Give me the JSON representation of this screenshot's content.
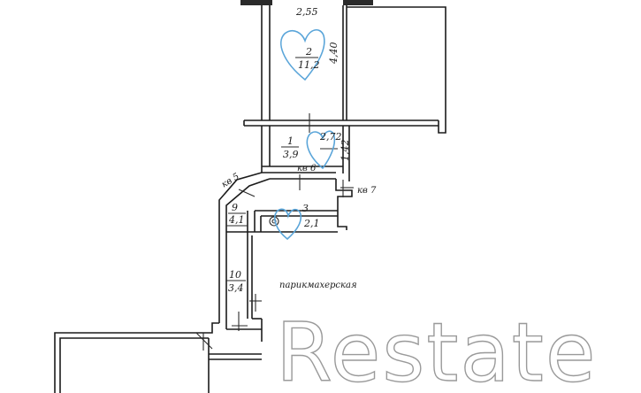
{
  "rooms": [
    {
      "number": "2",
      "area": "11,2"
    },
    {
      "number": "1",
      "area": "3,9"
    },
    {
      "number": "3",
      "area": "2,1"
    },
    {
      "number": "9",
      "area": "4,1"
    },
    {
      "number": "10",
      "area": "3,4"
    }
  ],
  "dimensions": {
    "top_width": "2,55",
    "room2_length": "4,40",
    "room1_width": "2,72",
    "room1_depth": "1,42"
  },
  "labels": {
    "apt5": "кв 5",
    "apt6": "кв 6",
    "apt7": "кв 7",
    "salon": "парикмахерская"
  },
  "watermark": "Restate",
  "colors": {
    "walls": "#1c1c1c",
    "heart_marks": "#5aa5d9",
    "watermark_outline": "#9a9a9a"
  }
}
